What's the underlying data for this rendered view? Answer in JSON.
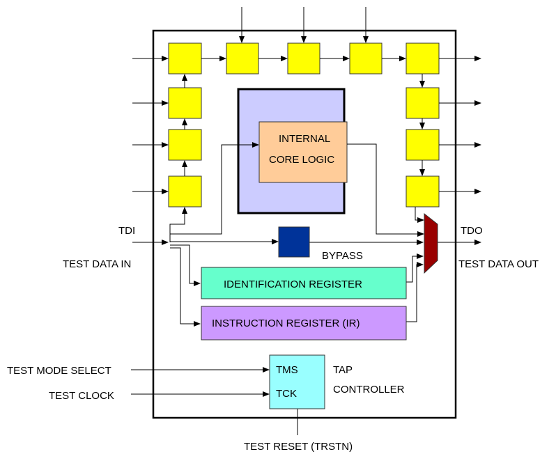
{
  "colors": {
    "boundary_cell": "#ffff00",
    "core_frame": "#ccccff",
    "core_logic": "#ffcc99",
    "bypass": "#003399",
    "id_register": "#66ffcc",
    "instruction_register": "#cc99ff",
    "tap_controller": "#99ffff",
    "mux": "#990000"
  },
  "labels": {
    "tdi": "TDI",
    "test_data_in": "TEST DATA IN",
    "tdo": "TDO",
    "test_data_out": "TEST DATA OUT",
    "internal": "INTERNAL",
    "core_logic": "CORE LOGIC",
    "bypass": "BYPASS",
    "identification_register": "IDENTIFICATION REGISTER",
    "instruction_register": "INSTRUCTION REGISTER (IR)",
    "test_mode_select": "TEST MODE SELECT",
    "test_clock": "TEST CLOCK",
    "tms": "TMS",
    "tck": "TCK",
    "tap": "TAP",
    "controller": "CONTROLLER",
    "test_reset": "TEST RESET (TRSTN)"
  }
}
